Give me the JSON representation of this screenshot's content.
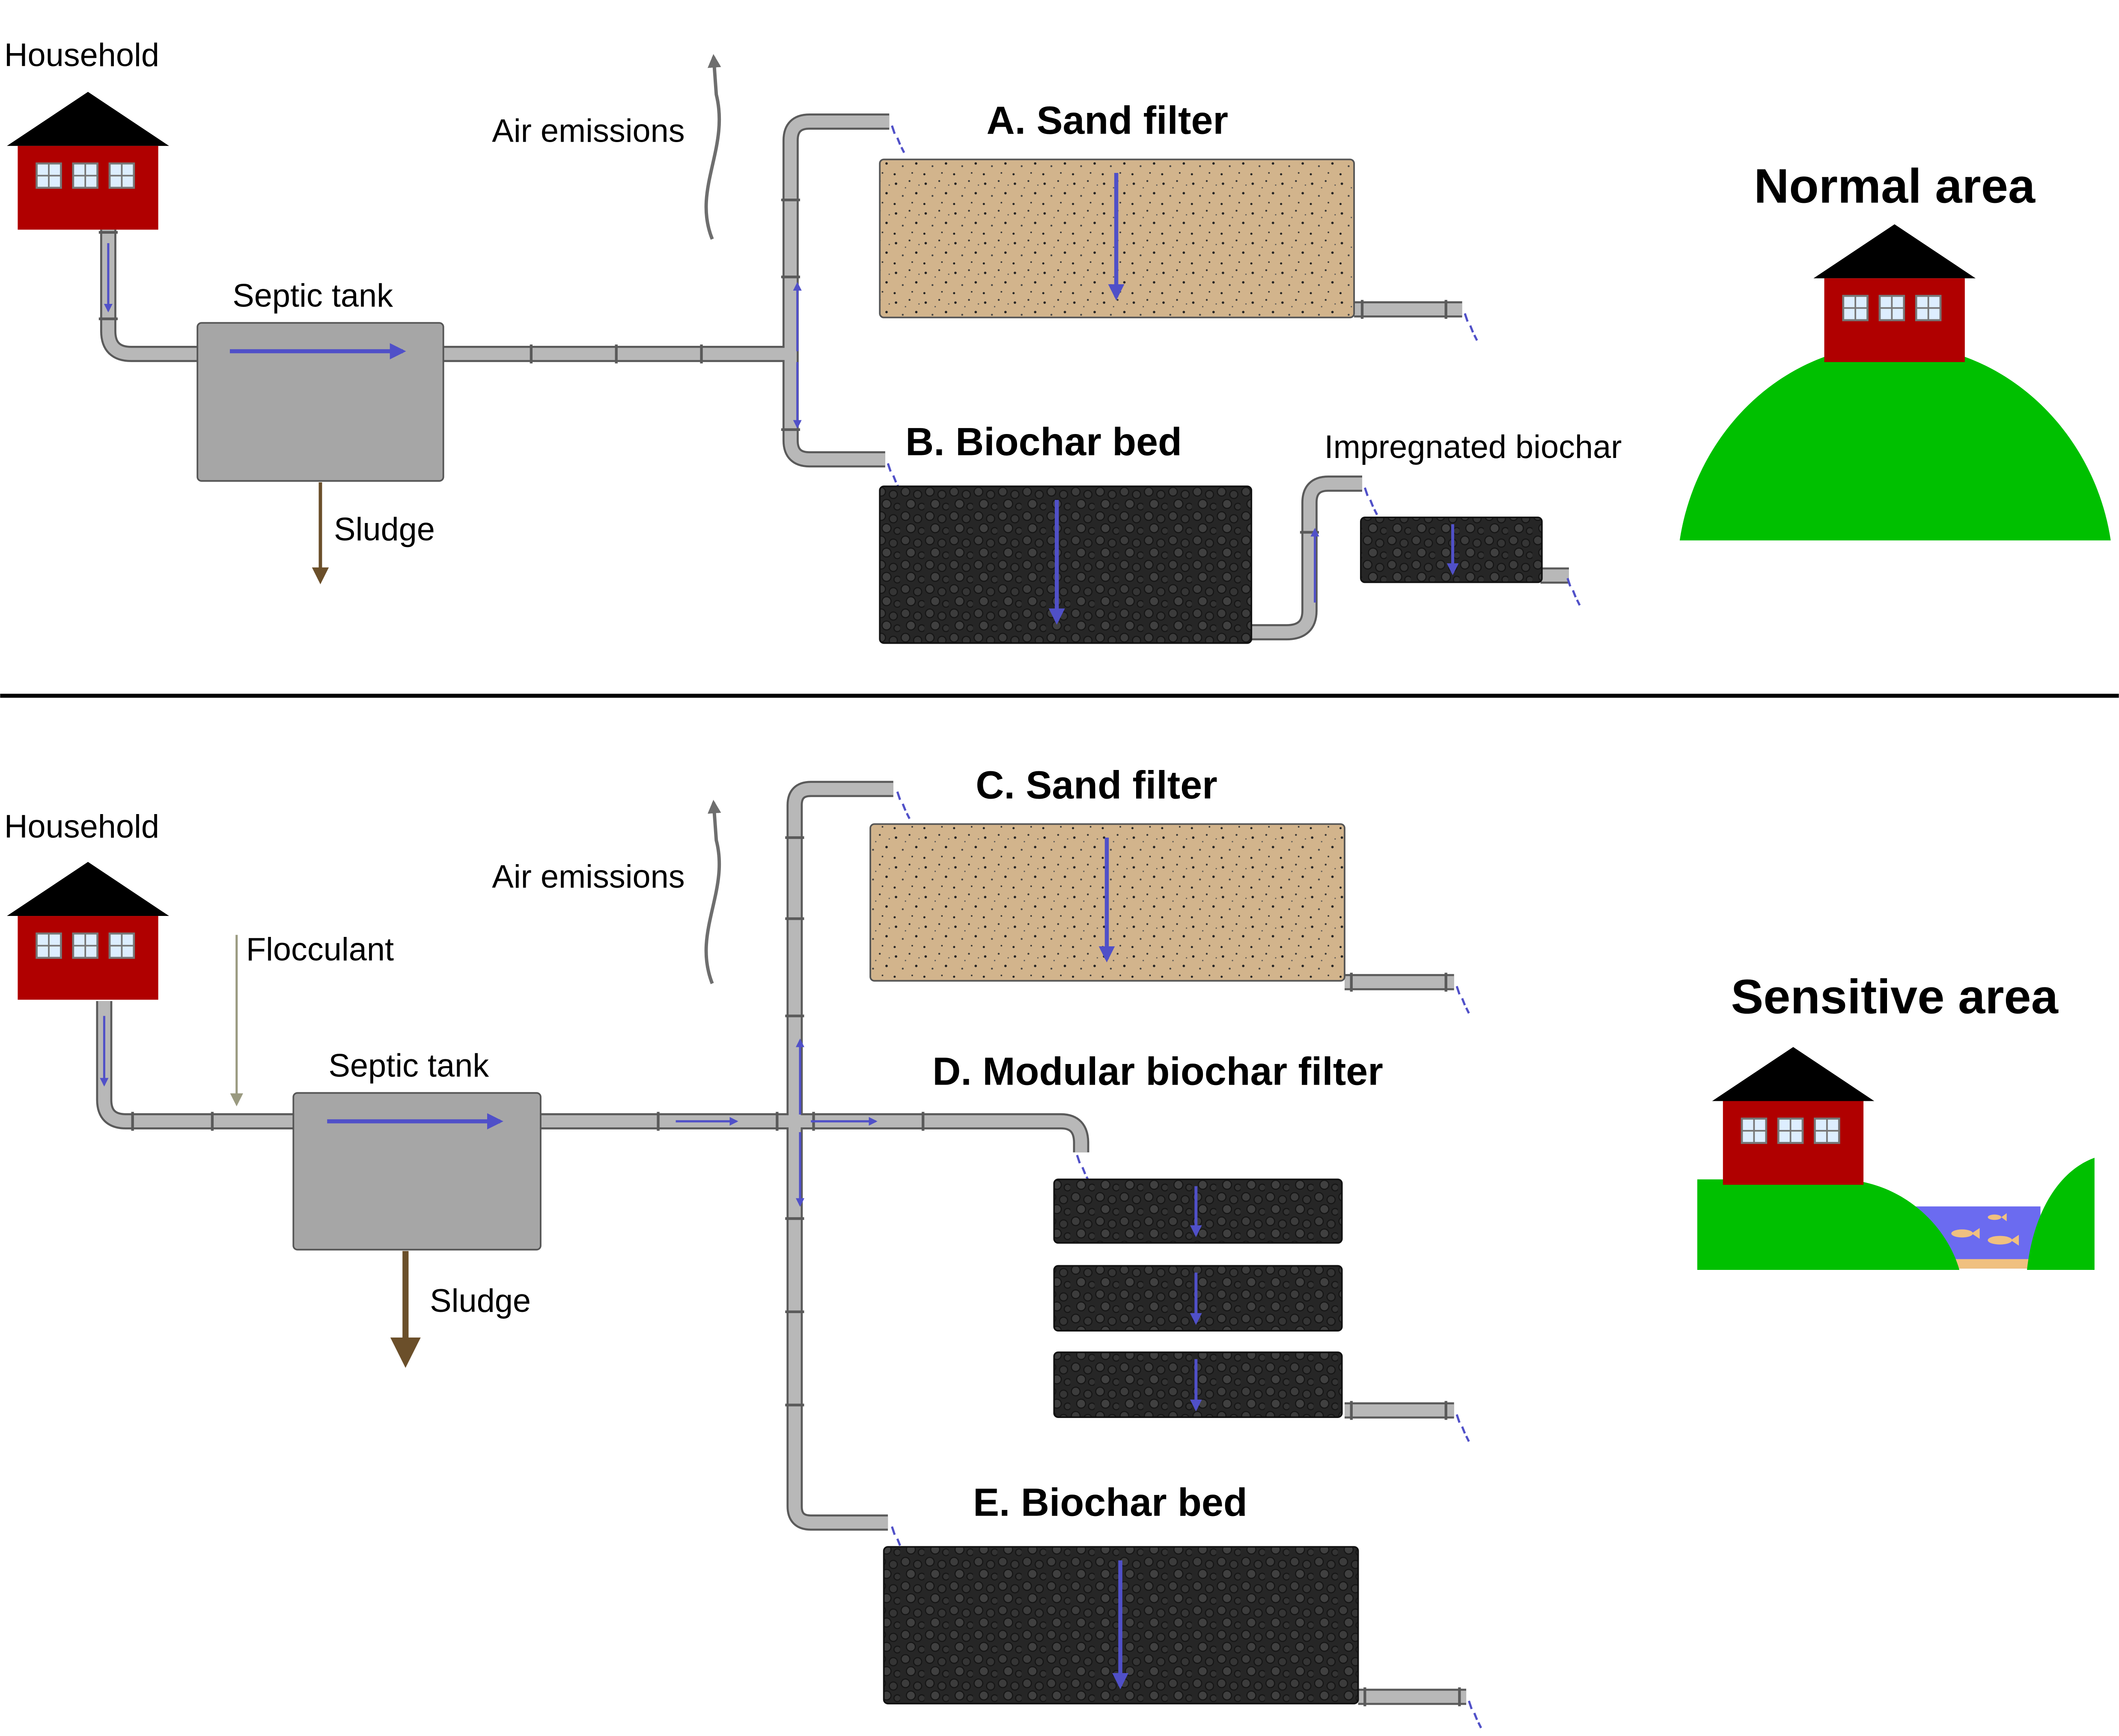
{
  "colors": {
    "flow_arrow": "#5050c8",
    "pipe": "#b8b8b8",
    "pipe_outline": "#5a5a5a",
    "tank": "#a6a6a6",
    "sand": "#d2b48c",
    "biochar": "#232323",
    "sludge": "#6b4f2a",
    "air": "#6e6e6e",
    "flocculant": "#9a9a80",
    "house_wall": "#b00000",
    "roof": "#000000",
    "hill": "#00c000",
    "water": "#6b6bf0",
    "fish": "#f0c080",
    "divider": "#000000"
  },
  "top": {
    "household": "Household",
    "air_emissions": "Air emissions",
    "septic_tank": "Septic tank",
    "sludge": "Sludge",
    "sand_filter": "A. Sand filter",
    "biochar_bed": "B. Biochar bed",
    "impregnated_biochar": "Impregnated biochar",
    "area": "Normal area"
  },
  "bottom": {
    "household": "Household",
    "flocculant": "Flocculant",
    "air_emissions": "Air emissions",
    "septic_tank": "Septic tank",
    "sludge": "Sludge",
    "sand_filter": "C. Sand filter",
    "modular_filter": "D. Modular biochar filter",
    "biochar_bed": "E. Biochar bed",
    "area": "Sensitive area"
  }
}
